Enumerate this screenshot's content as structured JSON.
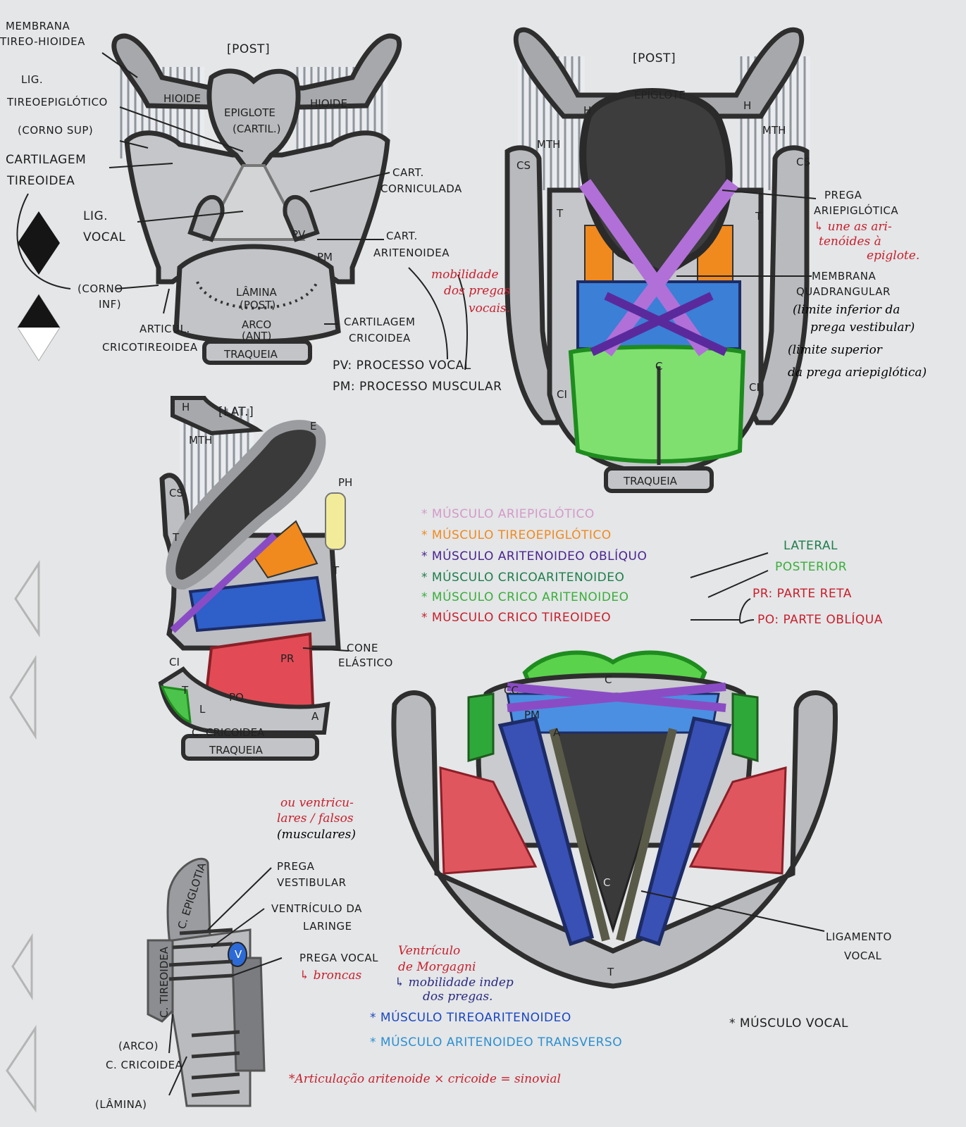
{
  "diagram": {
    "posterior_left": {
      "view": "[POST]",
      "inner": {
        "hioide_l": "HIOIDE",
        "hioide_r": "HIOIDE",
        "epiglote": "EPIGLOTE",
        "cartil": "(CARTIL.)",
        "lamina": "LÂMINA",
        "lamina_post": "(POST)",
        "arco": "ARCO",
        "arco_ant": "(ANT)",
        "traqueia": "TRAQUEIA",
        "pv": "PV",
        "pm": "PM"
      },
      "labels": {
        "membrana_1": "MEMBRANA",
        "membrana_2": "TIREO-HIOIDEA",
        "lig_1": "LIG.",
        "lig_2": "TIREOEPIGLÓTICO",
        "corno_sup": "(CORNO SUP)",
        "cart_tir_1": "CARTILAGEM",
        "cart_tir_2": "TIREOIDEA",
        "lig_vocal_1": "LIG.",
        "lig_vocal_2": "VOCAL",
        "corno_inf_1": "(CORNO",
        "corno_inf_2": "INF)",
        "artic_1": "ARTICUL.",
        "artic_2": "CRICOTIREOIDEA",
        "cart_corn_1": "CART.",
        "cart_corn_2": "CORNICULADA",
        "cart_arit_1": "CART.",
        "cart_arit_2": "ARITENOIDEA",
        "mob_1": "mobilidade",
        "mob_2": "dos pregas",
        "mob_3": "vocais.",
        "cart_cric_1": "CARTILAGEM",
        "cart_cric_2": "CRICOIDEA",
        "pv_def": "PV: PROCESSO VOCAL",
        "pm_def": "PM: PROCESSO MUSCULAR"
      }
    },
    "posterior_right": {
      "view": "[POST]",
      "inner": {
        "epiglote": "EPIGLOTE",
        "h_l": "H",
        "h_r": "H",
        "mth_l": "MTH",
        "mth_r": "MTH",
        "t_l": "T",
        "t_r": "T",
        "c": "C",
        "cs_l": "CS",
        "cs_r": "CS",
        "ci_l": "CI",
        "ci_r": "CI",
        "traqueia": "TRAQUEIA"
      },
      "labels": {
        "prega_1": "PREGA",
        "prega_2": "ARIEPIGLÓTICA",
        "une_1": "↳ une as ari-",
        "une_2": "tenóides à",
        "une_3": "epiglote.",
        "membrana_1": "MEMBRANA",
        "membrana_2": "QUADRANGULAR",
        "lim_inf_1": "(limite inferior da",
        "lim_inf_2": "prega vestibular)",
        "lim_sup_1": "(limite superior",
        "lim_sup_2": "da prega ariepiglótica)"
      }
    },
    "lateral": {
      "view": "[LAT.]",
      "inner": {
        "h": "H",
        "mth": "MTH",
        "e": "E",
        "ph": "PH",
        "cs": "CS",
        "t": "T",
        "t2": "T",
        "ci": "CI",
        "t3": "T",
        "pr": "PR",
        "po": "PO",
        "l": "L",
        "a": "A",
        "cric": "C. CRICOIDEA",
        "traqueia": "TRAQUEIA"
      },
      "labels": {
        "cone_1": "CONE",
        "cone_2": "ELÁSTICO"
      }
    },
    "legend": {
      "items": [
        {
          "star": "*",
          "m": "MÚSCULO",
          "name": "ARIEPIGLÓTICO",
          "color": "#d9a0cf"
        },
        {
          "star": "*",
          "m": "MÚSCULO",
          "name": "TIREOEPIGLÓTICO",
          "color": "#f08a1e"
        },
        {
          "star": "*",
          "m": "MÚSCULO",
          "name": "ARITENOIDEO OBLÍQUO",
          "color": "#5a2a9c"
        },
        {
          "star": "*",
          "m": "MÚSCULO",
          "name": "CRICOARITENOIDEO",
          "color": "#1e7e4a"
        },
        {
          "star": "*",
          "m": "MÚSCULO",
          "name": "CRICO ARITENOIDEO",
          "color": "#3aae3a"
        },
        {
          "star": "*",
          "m": "MÚSCULO",
          "name": "CRICO TIREOIDEO",
          "color": "#c8202c"
        }
      ],
      "lateral": "LATERAL",
      "posterior": "POSTERIOR",
      "pr": "PR: PARTE RETA",
      "po": "PO: PARTE OBLÍQUA"
    },
    "superior": {
      "inner": {
        "c_top": "C",
        "cc": "CC",
        "pm": "PM",
        "a": "A",
        "c_mid": "C",
        "t": "T"
      },
      "labels": {
        "lig_1": "LIGAMENTO",
        "lig_2": "VOCAL",
        "vocal": "* MÚSCULO VOCAL"
      }
    },
    "coronal": {
      "inner": {
        "epiglote": "C. EPIGLOTIA",
        "tireoidea": "C. TIREOIDEA",
        "v": "V"
      },
      "labels": {
        "ou_1": "ou ventricu-",
        "ou_2": "lares / falsos",
        "ou_3": "(musculares)",
        "prega_vest_1": "PREGA",
        "prega_vest_2": "VESTIBULAR",
        "ventr_1": "VENTRÍCULO DA",
        "ventr_2": "LARINGE",
        "morg_1": "Ventrículo",
        "morg_2": "de Morgagni",
        "morg_3": "↳ mobilidade indep",
        "morg_4": "dos pregas.",
        "prega_vocal": "PREGA VOCAL",
        "broncas": "↳ broncas",
        "arco": "(ARCO)",
        "cricoidea": "C. CRICOIDEA",
        "lamina": "(LÂMINA)"
      }
    },
    "bottom": {
      "tireoarit": "* MÚSCULO TIREOARITENOIDEO",
      "transverso": "* MÚSCULO ARITENOIDEO TRANSVERSO",
      "articulacao": "*Articulação aritenoide × cricoide = sinovial"
    }
  }
}
